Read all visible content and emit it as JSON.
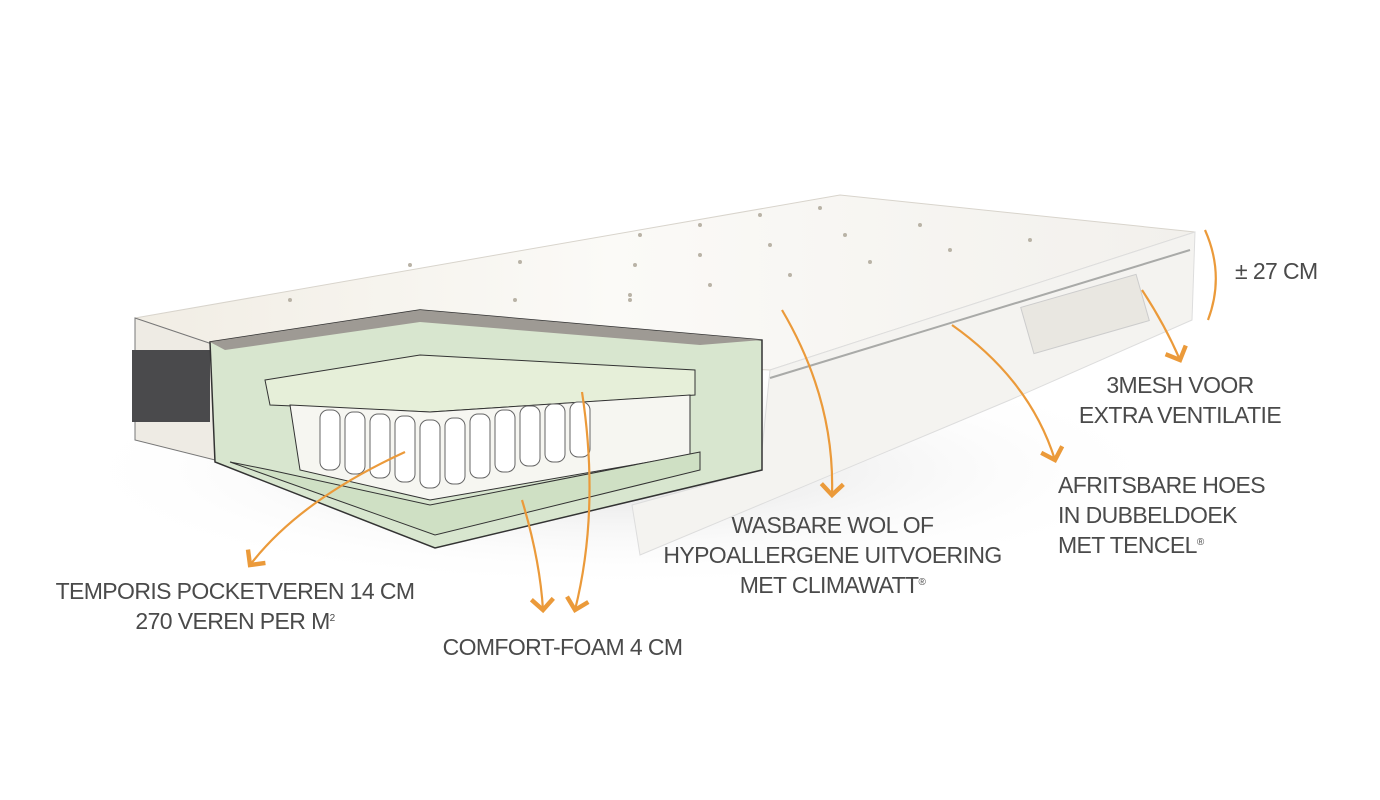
{
  "accent_color": "#eb9a3a",
  "text_color": "#4a4a4a",
  "labels": {
    "height": "± 27 CM",
    "mesh": [
      "3MESH VOOR",
      "EXTRA VENTILATIE"
    ],
    "cover": [
      "AFRITSBARE HOES",
      "IN DUBBELDOEK",
      "MET TENCEL"
    ],
    "cover_mark": "®",
    "wool": [
      "WASBARE WOL OF",
      "HYPOALLERGENE UITVOERING",
      "MET CLIMAWATT"
    ],
    "wool_mark": "®",
    "springs": [
      "TEMPORIS POCKETVEREN 14 CM",
      "270 VEREN PER M"
    ],
    "springs_sup": "2",
    "foam": "COMFORT-FOAM 4 CM"
  }
}
